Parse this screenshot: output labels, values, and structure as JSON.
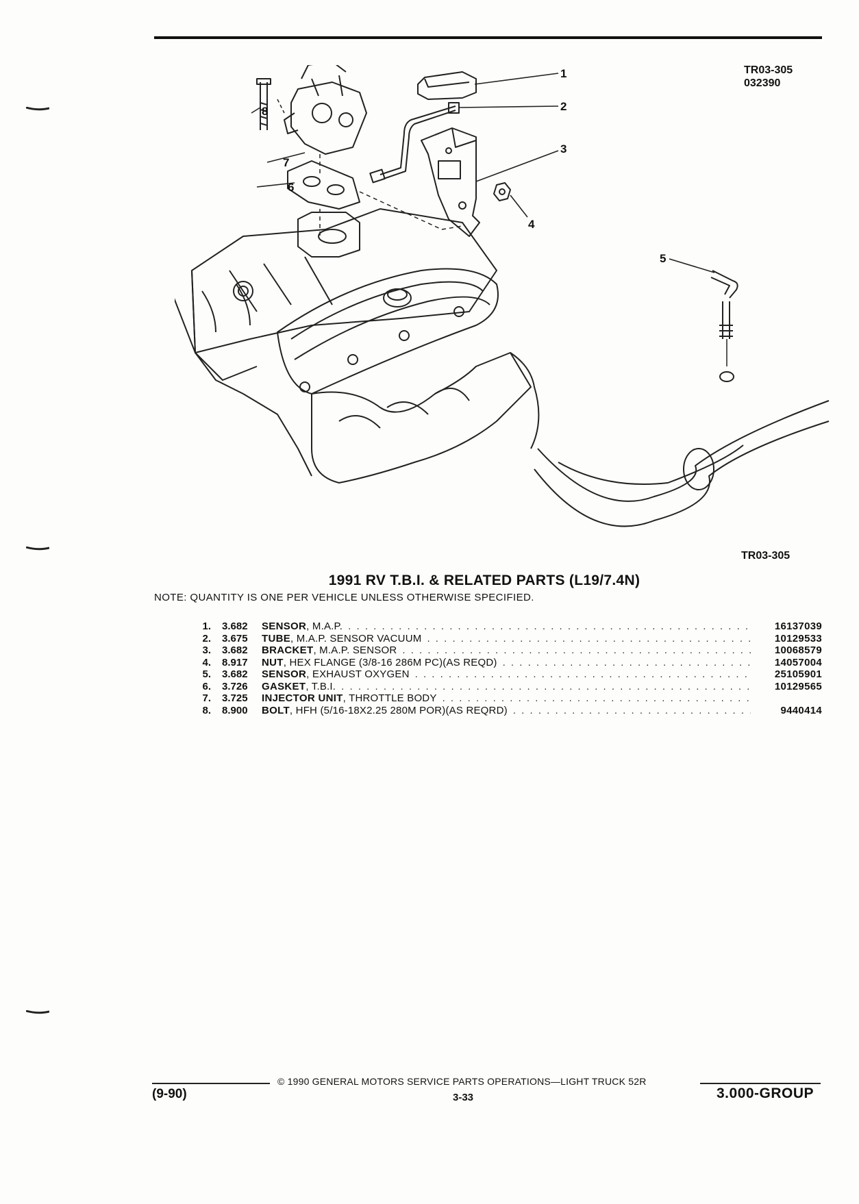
{
  "header": {
    "code_line1": "TR03-305",
    "code_line2": "032390"
  },
  "diagram": {
    "code": "TR03-305",
    "callouts": [
      "1",
      "2",
      "3",
      "4",
      "5",
      "6",
      "7",
      "8"
    ]
  },
  "title": "1991 RV T.B.I. & RELATED PARTS (L19/7.4N)",
  "note": "NOTE:  QUANTITY IS ONE PER VEHICLE UNLESS OTHERWISE SPECIFIED.",
  "parts": [
    {
      "num": "1.",
      "group": "3.682",
      "name": "SENSOR",
      "desc": ", M.A.P.",
      "part": "16137039"
    },
    {
      "num": "2.",
      "group": "3.675",
      "name": "TUBE",
      "desc": ", M.A.P. SENSOR VACUUM",
      "part": "10129533"
    },
    {
      "num": "3.",
      "group": "3.682",
      "name": "BRACKET",
      "desc": ", M.A.P. SENSOR",
      "part": "10068579"
    },
    {
      "num": "4.",
      "group": "8.917",
      "name": "NUT",
      "desc": ", HEX FLANGE (3/8-16 286M PC)(AS REQD)",
      "part": "14057004"
    },
    {
      "num": "5.",
      "group": "3.682",
      "name": "SENSOR",
      "desc": ", EXHAUST OXYGEN",
      "part": "25105901"
    },
    {
      "num": "6.",
      "group": "3.726",
      "name": "GASKET",
      "desc": ", T.B.I.",
      "part": "10129565"
    },
    {
      "num": "7.",
      "group": "3.725",
      "name": "INJECTOR UNIT",
      "desc": ", THROTTLE BODY",
      "part": ""
    },
    {
      "num": "8.",
      "group": "8.900",
      "name": "BOLT",
      "desc": ", HFH (5/16-18X2.25 280M POR)(AS REQRD)",
      "part": "9440414"
    }
  ],
  "footer": {
    "copyright": "© 1990  GENERAL MOTORS SERVICE PARTS OPERATIONS—LIGHT TRUCK 52R",
    "date": "(9-90)",
    "page": "3-33",
    "group": "3.000-GROUP"
  }
}
